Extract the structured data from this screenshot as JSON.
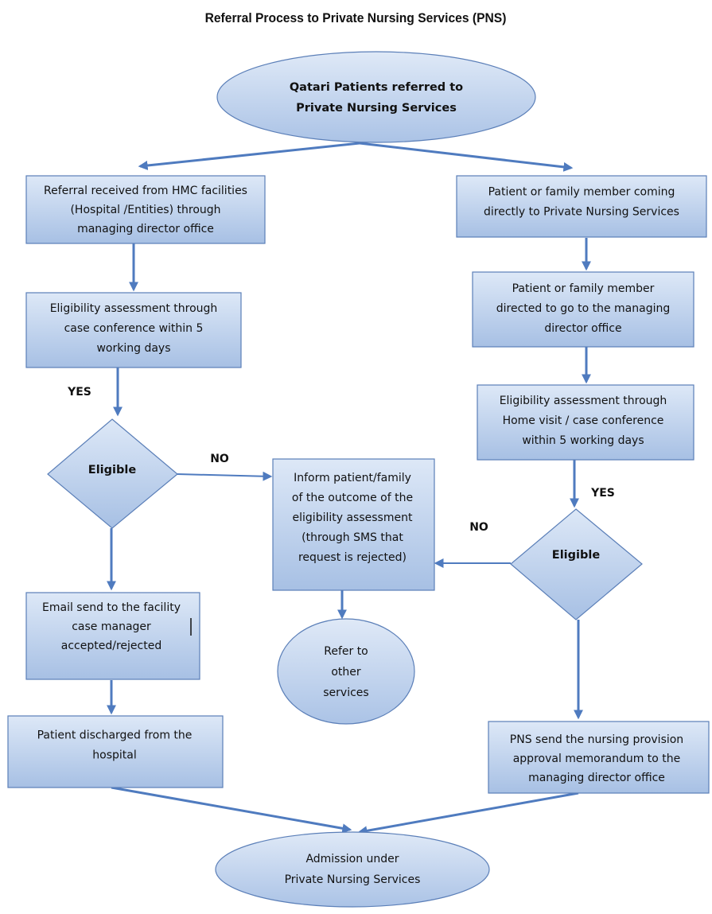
{
  "title": "Referral Process to Private Nursing Services (PNS)",
  "nodes": {
    "start": [
      "Qatari Patients referred to",
      "Private Nursing Services"
    ],
    "referral_hmc": [
      "Referral received from HMC facilities",
      "(Hospital /Entities) through",
      "managing director office"
    ],
    "patient_direct": [
      "Patient or family member coming",
      "directly to Private Nursing Services"
    ],
    "eligibility_left": [
      "Eligibility assessment through",
      "case conference within 5",
      "working days"
    ],
    "directed_md": [
      "Patient or family member",
      "directed to go to the managing",
      "director office"
    ],
    "eligibility_right": [
      "Eligibility assessment through",
      "Home visit / case conference",
      "within 5 working days"
    ],
    "eligible_left": [
      "Eligible"
    ],
    "eligible_right": [
      "Eligible"
    ],
    "inform": [
      "Inform patient/family",
      "of the outcome of the",
      "eligibility assessment",
      "(through SMS that",
      "request is rejected)"
    ],
    "email": [
      "Email send to the facility",
      "case manager",
      "accepted/rejected"
    ],
    "refer": [
      "Refer to",
      "other",
      "services"
    ],
    "discharged": [
      "Patient discharged from the",
      "hospital"
    ],
    "pns_memo": [
      "PNS send the nursing provision",
      "approval memorandum to the",
      "managing director office"
    ],
    "admission": [
      "Admission under",
      "Private Nursing Services"
    ]
  },
  "edge_labels": {
    "yes_left": "YES",
    "no_left": "NO",
    "yes_right": "YES",
    "no_right": "NO"
  },
  "colors": {
    "fill_light": "#d9e5f5",
    "fill_dark": "#a9c2e6",
    "stroke": "#5b7fb8",
    "arrow": "#4f7bbf"
  }
}
